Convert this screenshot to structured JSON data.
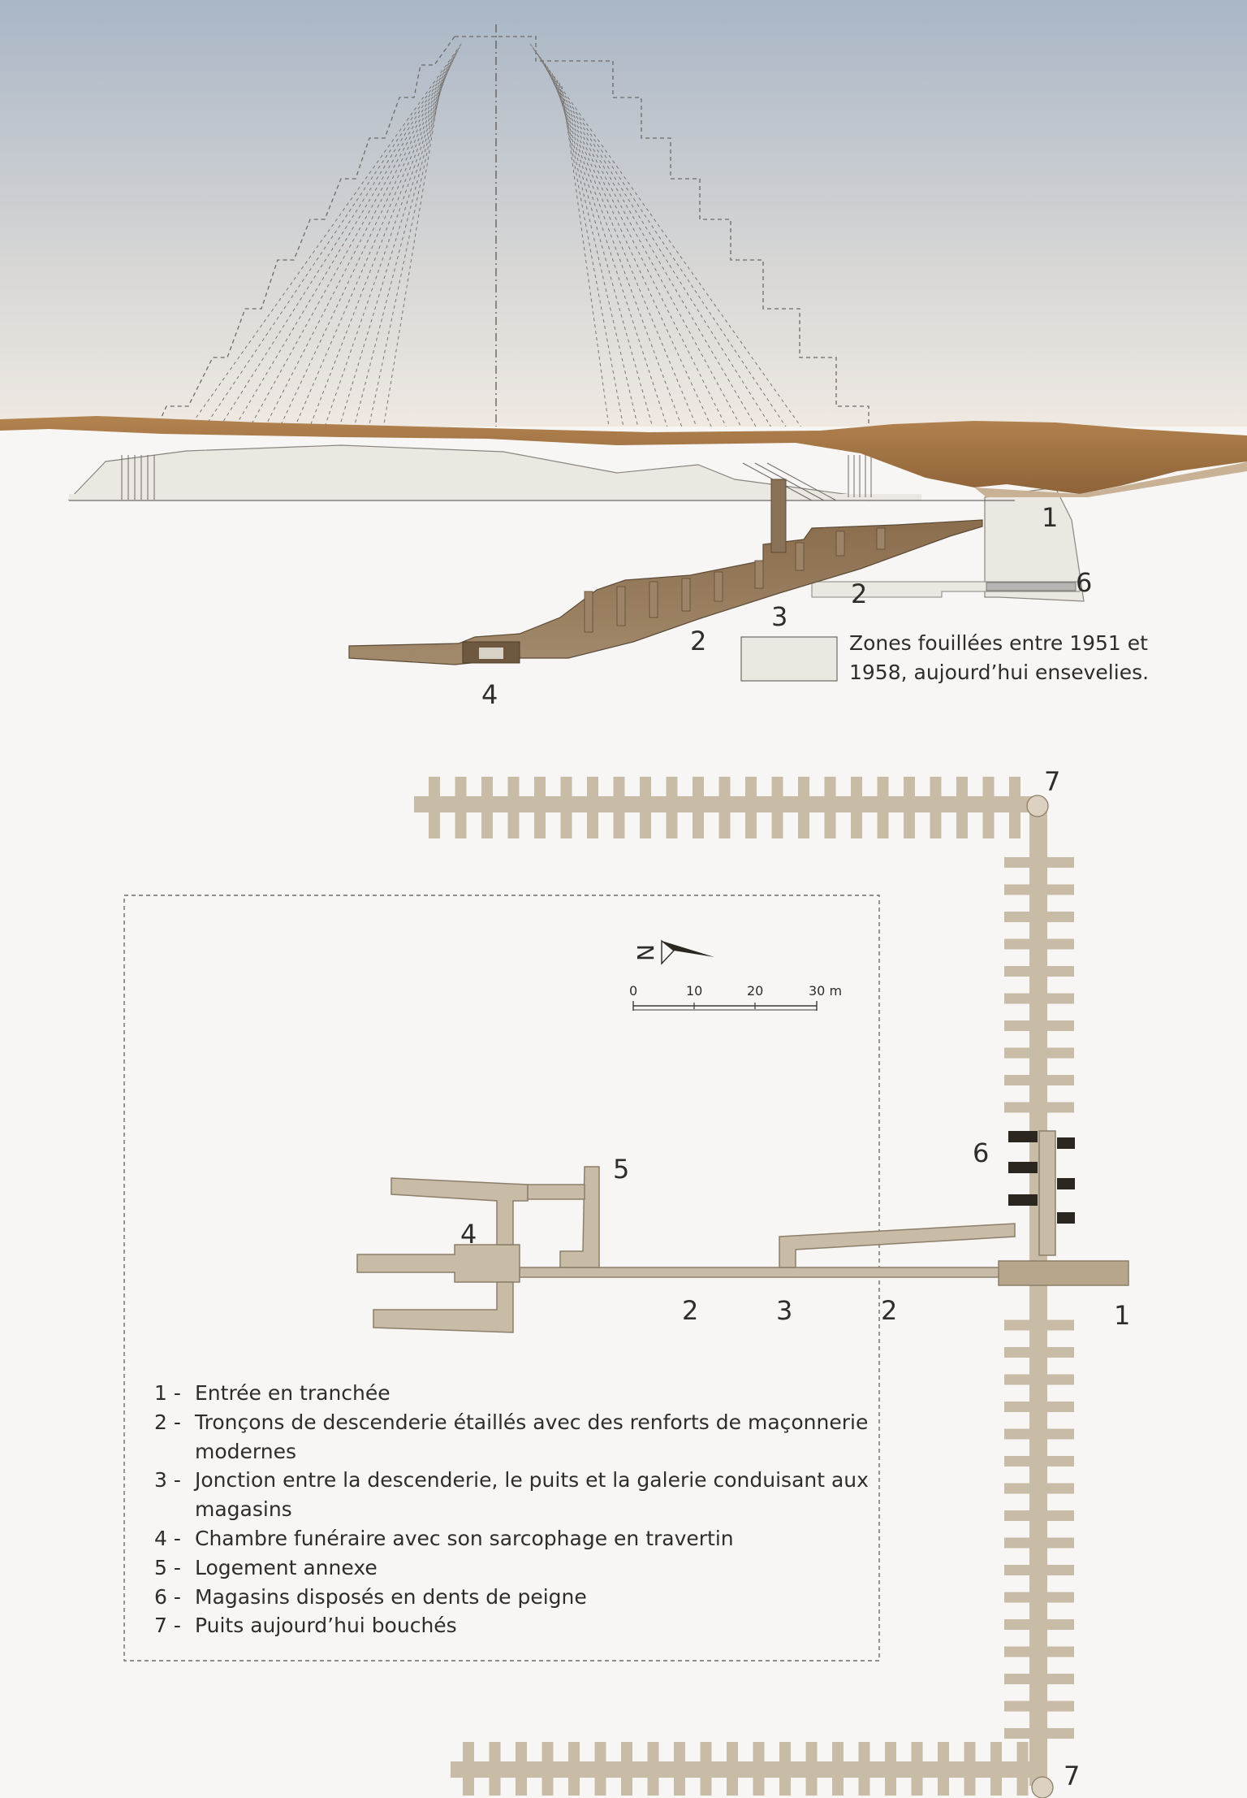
{
  "diagram": {
    "callouts": {
      "section": {
        "n1": "1",
        "n2a": "2",
        "n2b": "2",
        "n3": "3",
        "n4": "4",
        "n6": "6"
      },
      "plan": {
        "n1": "1",
        "n2a": "2",
        "n2b": "2",
        "n3": "3",
        "n4": "4",
        "n5": "5",
        "n6": "6",
        "n7a": "7",
        "n7b": "7"
      }
    },
    "zone_legend": {
      "text": "Zones fouillées entre 1951 et 1958, aujourd’hui ensevelies."
    },
    "north_arrow": {
      "letter": "N",
      "icon": "north-arrow-icon"
    },
    "scale_bar": {
      "ticks": [
        "0",
        "10",
        "20",
        "30 m"
      ]
    },
    "legend": [
      {
        "num": "1  -",
        "text": "Entrée en tranchée"
      },
      {
        "num": "2  -",
        "text": "Tronçons de descenderie étaillés avec des renforts de maçonnerie modernes"
      },
      {
        "num": "3  -",
        "text": "Jonction entre la descenderie, le puits et la galerie conduisant aux magasins"
      },
      {
        "num": "4  -",
        "text": "Chambre funéraire avec son sarcophage en travertin"
      },
      {
        "num": "5  -",
        "text": "Logement annexe"
      },
      {
        "num": "6  -",
        "text": "Magasins disposés en dents de peigne"
      },
      {
        "num": "7  -",
        "text": "Puits aujourd’hui bouchés"
      }
    ],
    "colors": {
      "sky_top": "#a9b6c6",
      "sky_bottom": "#efe9e2",
      "ground": "#a8784a",
      "rock_cut": "#7d6346",
      "corridor": "#c9bca7",
      "excavated_zone": "#ebe7e1",
      "text": "#2f2c29"
    }
  }
}
